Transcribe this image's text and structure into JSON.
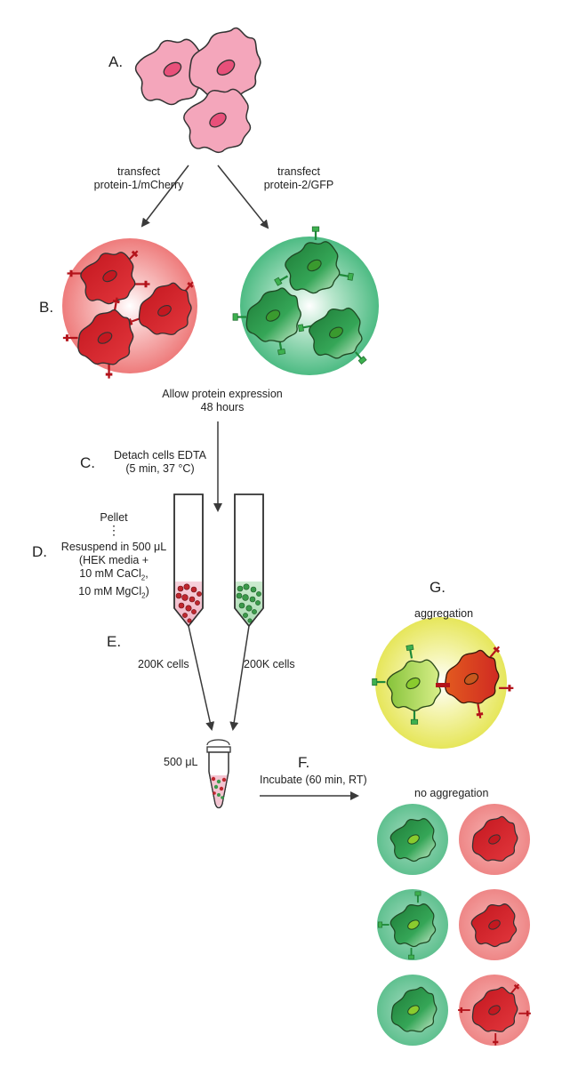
{
  "steps": {
    "a": "A.",
    "b": "B.",
    "c": "C.",
    "d": "D.",
    "e": "E.",
    "f": "F.",
    "g": "G."
  },
  "transfect_left": [
    "transfect",
    "protein-1/mCherry"
  ],
  "transfect_right": [
    "transfect",
    "protein-2/GFP"
  ],
  "expression": [
    "Allow protein expression",
    "48 hours"
  ],
  "detach": [
    "Detach cells EDTA",
    "(5 min, 37 °C)"
  ],
  "pellet": "Pellet",
  "ellipsis": "⋮",
  "resuspend": {
    "line1": "Resuspend in 500 μL",
    "line2": "(HEK media +",
    "line3_pre": "10 mM CaCl",
    "line3_sub": "2",
    "line3_post": ",",
    "line4_pre": "10 mM MgCl",
    "line4_sub": "2",
    "line4_post": ")"
  },
  "cells_left": "200K cells",
  "cells_right": "200K cells",
  "volume": "500 μL",
  "incubate": "Incubate (60 min, RT)",
  "aggregation": "aggregation",
  "no_aggregation": "no aggregation",
  "colors": {
    "pink_cell": "#f4a6bb",
    "pink_nucleus": "#e8507a",
    "red_cell": "#d7262e",
    "green_cell": "#2e9a4a",
    "red_disc": "#f08080",
    "green_disc": "#5cc08c",
    "yellow_disc": "#e9ea6f",
    "arrow": "#3a3a3a"
  }
}
